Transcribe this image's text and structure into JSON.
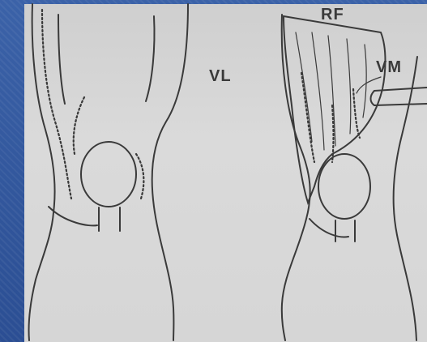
{
  "figure": {
    "labels": {
      "vl": "VL",
      "rf": "RF",
      "vm": "VM"
    },
    "colors": {
      "background": "#2f4f8f",
      "paper": "#d6d6d6",
      "ink": "#3a3a3a"
    }
  }
}
